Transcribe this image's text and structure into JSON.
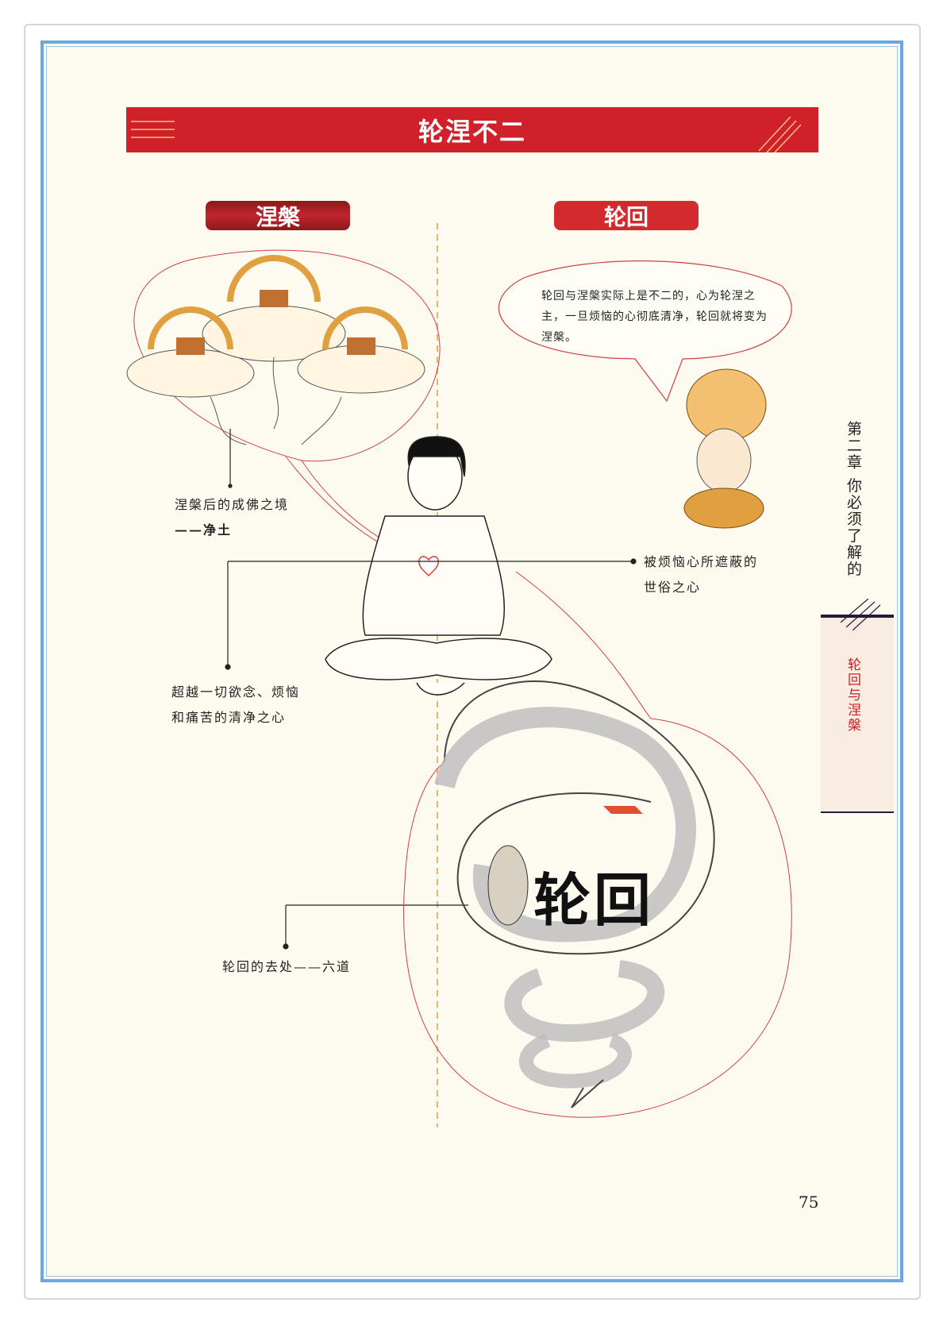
{
  "title": "轮涅不二",
  "left_heading": "涅槃",
  "right_heading": "轮回",
  "speech_bubble": "轮回与涅槃实际上是不二的，心为轮涅之主，一旦烦恼的心彻底清净，轮回就将变为涅槃。",
  "labels": {
    "pure_land_1": "涅槃后的成佛之境",
    "pure_land_2": "——净土",
    "worldly_mind_1": "被烦恼心所遮蔽的",
    "worldly_mind_2": "世俗之心",
    "pure_mind_1": "超越一切欲念、烦恼",
    "pure_mind_2": "和痛苦的清净之心",
    "six_paths": "轮回的去处——六道"
  },
  "spiral_title": "轮回",
  "sidebar": {
    "chapter": "第二章 你必须了解的",
    "section": "轮回与涅槃"
  },
  "page_number": "75",
  "colors": {
    "accent_red": "#d0202a",
    "frame_blue": "#6aa8e0",
    "paper": "#fdfbf0"
  }
}
